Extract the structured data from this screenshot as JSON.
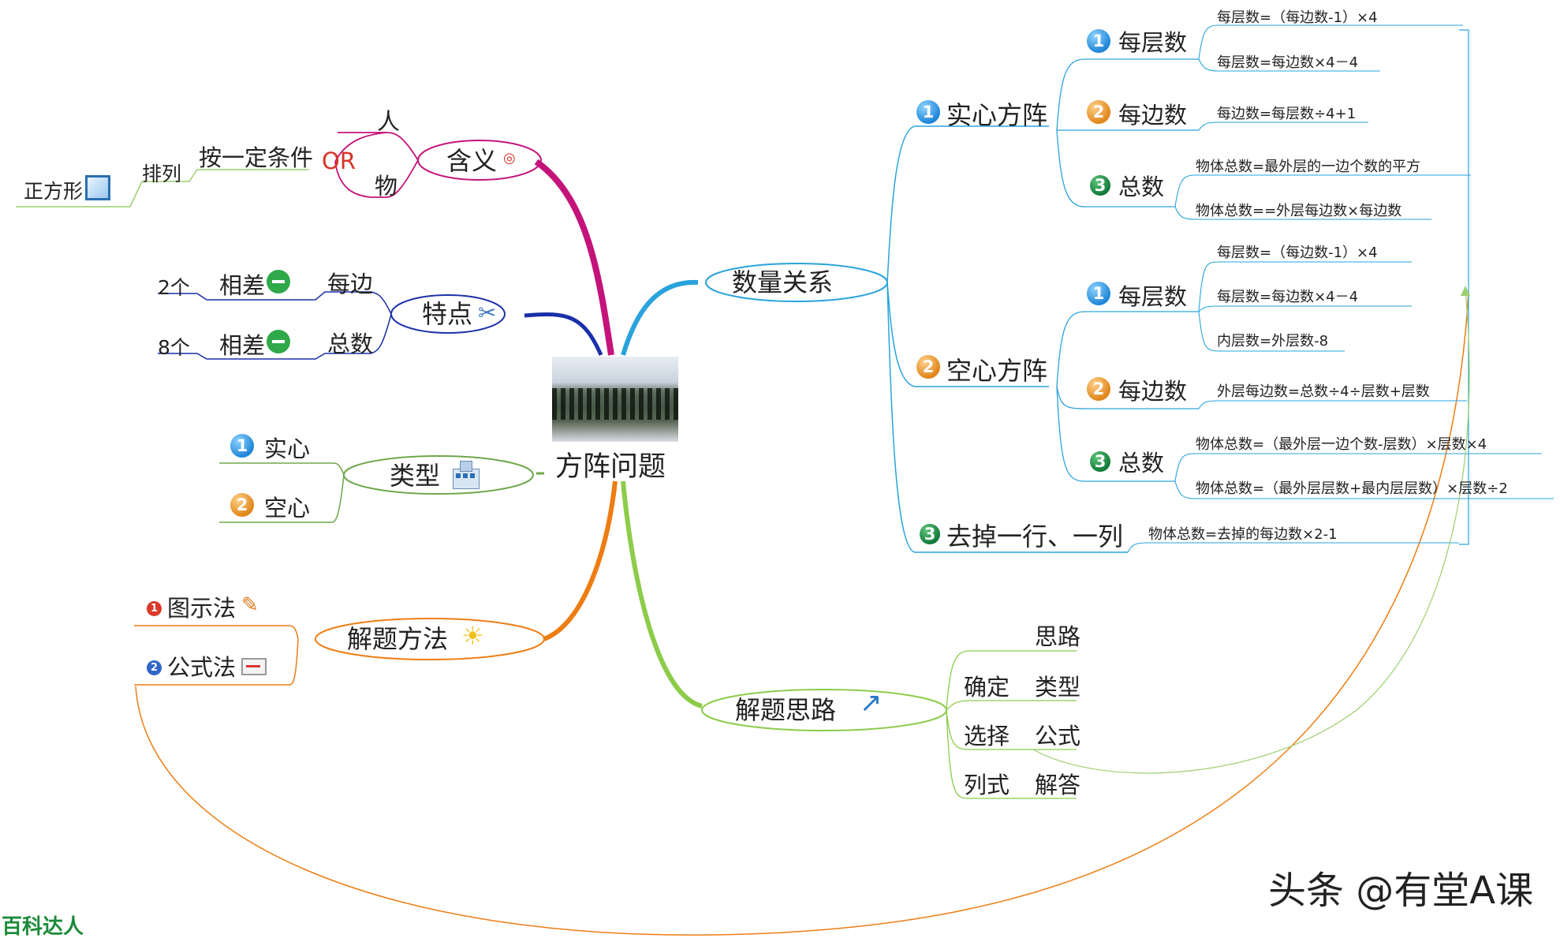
{
  "central": "方阵问题",
  "hanyi": {
    "label": "含义",
    "ren": "人",
    "wu": "物",
    "or": "OR",
    "condition": "按一定条件",
    "pailie": "排列",
    "square": "正方形"
  },
  "tedian": {
    "label": "特点",
    "meibian": "每边",
    "zongshu": "总数",
    "xiangcha1": "相差",
    "xiangcha2": "相差",
    "diff1": "2个",
    "diff2": "8个"
  },
  "leixing": {
    "label": "类型",
    "shixin": "实心",
    "kongxin": "空心"
  },
  "fangfa": {
    "label": "解题方法",
    "tushi": "图示法",
    "gongshi": "公式法"
  },
  "silu": {
    "label": "解题思路",
    "items": [
      "思路",
      "类型",
      "公式",
      "解答"
    ],
    "queding": "确定",
    "xuanze": "选择",
    "lieshi": "列式"
  },
  "shuliang": {
    "label": "数量关系",
    "shixin": {
      "label": "实心方阵",
      "meicengshu": "每层数",
      "meibianshu": "每边数",
      "zongshu": "总数",
      "f1": "每层数=（每边数-1）×4",
      "f2": "每层数=每边数×4－4",
      "f3": "每边数=每层数÷4+1",
      "f4": "物体总数=最外层的一边个数的平方",
      "f5": "物体总数==外层每边数×每边数"
    },
    "kongxin": {
      "label": "空心方阵",
      "meicengshu": "每层数",
      "meibianshu": "每边数",
      "zongshu": "总数",
      "f1": "每层数=（每边数-1）×4",
      "f2": "每层数=每边数×4－4",
      "f3": "内层数=外层数-8",
      "f4": "外层每边数=总数÷4÷层数+层数",
      "f5": "物体总数=（最外层一边个数-层数）×层数×4",
      "f6": "物体总数=（最外层层数+最内层层数）×层数÷2"
    },
    "quchu": {
      "label": "去掉一行、一列",
      "f1": "物体总数=去掉的每边数×2-1"
    }
  },
  "badges": {
    "one": "1",
    "two": "2",
    "three": "3"
  },
  "watermark": "头条 @有堂A课",
  "corner": "百科达人",
  "colors": {
    "magenta": "#c4137a",
    "navy": "#1b2fa8",
    "teal": "#2aa3dc",
    "orange": "#ee7d12",
    "lime": "#8ccc4a",
    "green": "#6fa84a"
  }
}
